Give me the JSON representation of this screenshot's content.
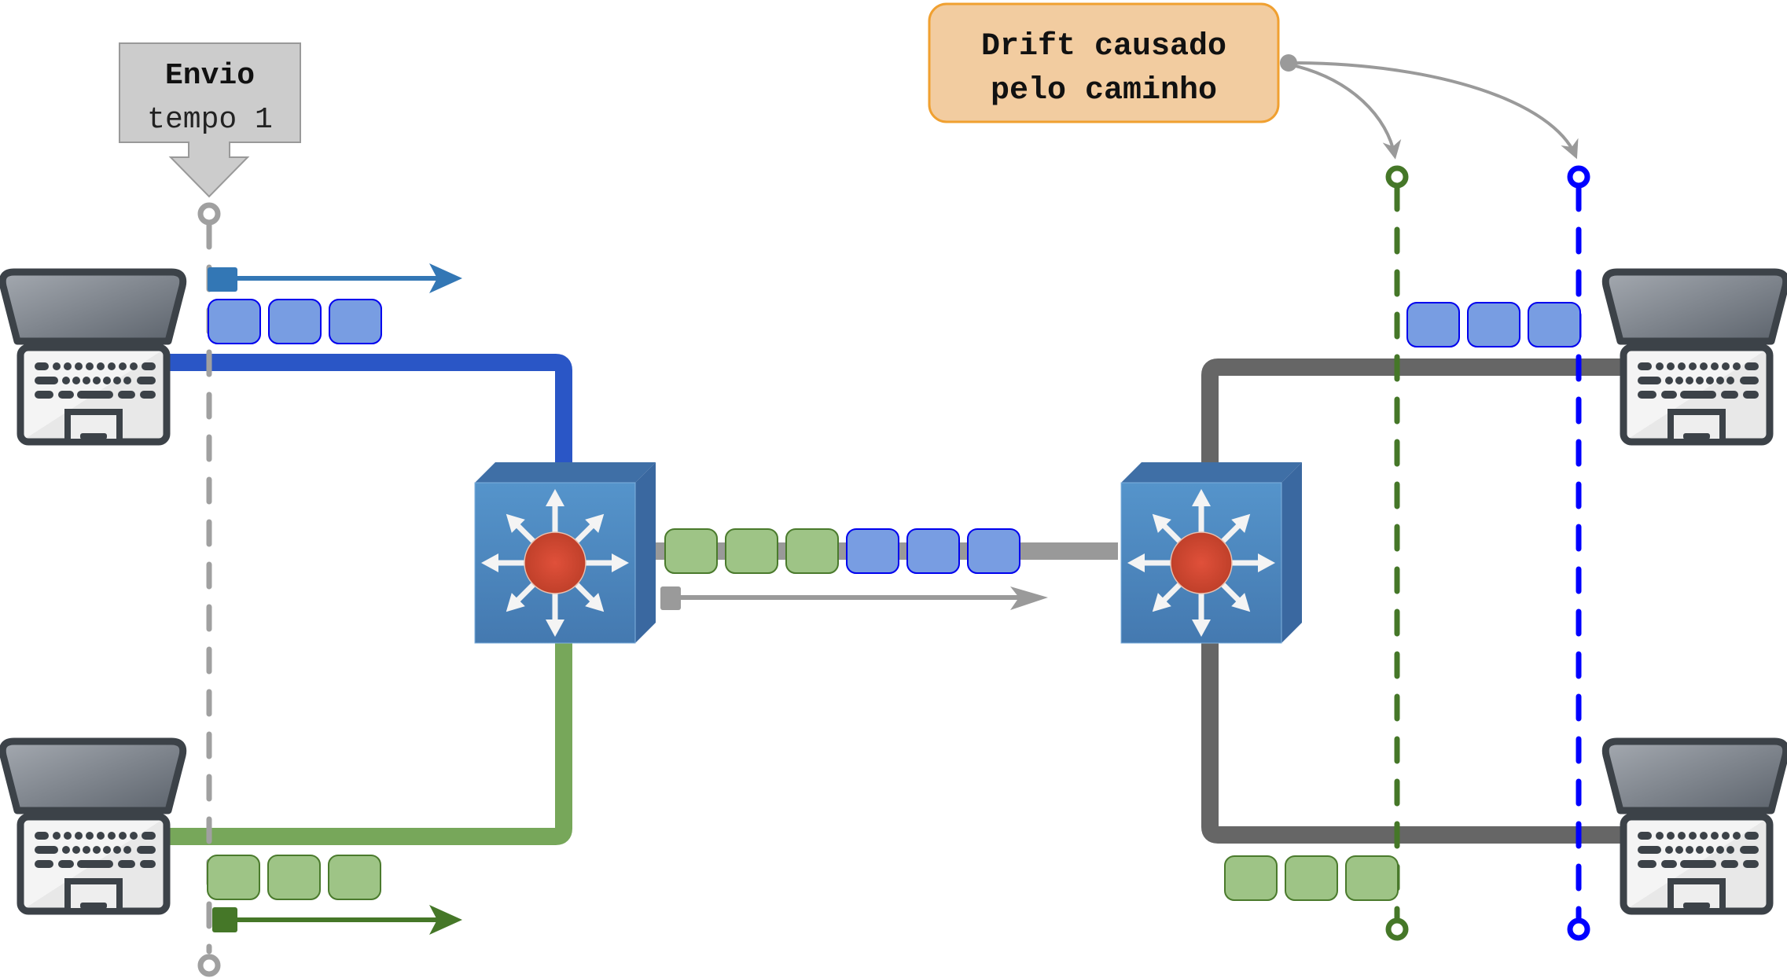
{
  "title": "Drift causado pelo caminho - diagrama de rede",
  "callouts": {
    "send": {
      "line1": "Envio",
      "line2": "tempo 1",
      "fill": "#cccccc",
      "stroke": "#999999"
    },
    "drift": {
      "line1": "Drift causado",
      "line2": "pelo caminho",
      "fill": "#f2cca0",
      "stroke": "#f0a030"
    }
  },
  "colors": {
    "blue_link": "#2a56c6",
    "green_link": "#77a75a",
    "gray_link": "#666666",
    "trunk": "#999999",
    "blue_packet_fill": "#789de2",
    "blue_packet_stroke": "#0000ee",
    "green_packet_fill": "#9ec486",
    "green_packet_stroke": "#4a7a2c",
    "blue_arrow": "#3377b5",
    "green_arrow": "#457728",
    "gray_arrow": "#999999",
    "green_marker": "#457728",
    "blue_marker": "#0000ff",
    "switch_face": "#4f8cc4",
    "switch_hub": "#d44a30"
  },
  "nodes": {
    "laptops": [
      {
        "id": "sender-blue",
        "side": "left",
        "link": "blue"
      },
      {
        "id": "sender-green",
        "side": "left",
        "link": "green"
      },
      {
        "id": "receiver-top",
        "side": "right",
        "link": "gray"
      },
      {
        "id": "receiver-bottom",
        "side": "right",
        "link": "gray"
      }
    ],
    "switches": [
      {
        "id": "switch-left"
      },
      {
        "id": "switch-right"
      }
    ]
  },
  "packets": {
    "sender_blue": {
      "color": "blue",
      "count": 3
    },
    "sender_green": {
      "color": "green",
      "count": 3
    },
    "trunk": [
      {
        "color": "green"
      },
      {
        "color": "green"
      },
      {
        "color": "green"
      },
      {
        "color": "blue"
      },
      {
        "color": "blue"
      },
      {
        "color": "blue"
      }
    ],
    "receiver_blue": {
      "color": "blue",
      "count": 3
    },
    "receiver_green": {
      "color": "green",
      "count": 3
    }
  },
  "markers": {
    "send_time": {
      "label": "tempo 1",
      "color": "gray"
    },
    "arrival_green": {
      "color": "green"
    },
    "arrival_blue": {
      "color": "blue"
    }
  }
}
